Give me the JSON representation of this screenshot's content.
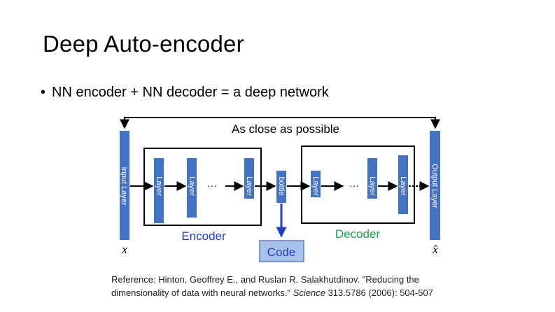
{
  "slide": {
    "title": "Deep Auto-encoder",
    "bullet": "NN encoder + NN decoder = a deep network"
  },
  "diagram": {
    "top_label": "As close as possible",
    "input_layer": "Input Layer",
    "output_layer": "Output Layer",
    "layer": "Layer",
    "bottle": "bottle",
    "ellipsis": "···",
    "encoder": "Encoder",
    "decoder": "Decoder",
    "code": "Code",
    "x_label": "x",
    "xhat_label": "x̂"
  },
  "reference": {
    "line1": "Reference: Hinton, Geoffrey E., and Ruslan R. Salakhutdinov. \"Reducing the",
    "line2_prefix": "dimensionality of data with neural networks.\" ",
    "journal": "Science",
    "line2_suffix": " 313.5786 (2006): 504-507"
  },
  "colors": {
    "layer_fill": "#4472c4",
    "encoder_text": "#1f3fbf",
    "decoder_text": "#1fa04a",
    "code_fill": "#a9c2ec",
    "code_border": "#5b7fc0",
    "code_text": "#1f3fbf",
    "arrow_blue": "#1f3fbf"
  }
}
